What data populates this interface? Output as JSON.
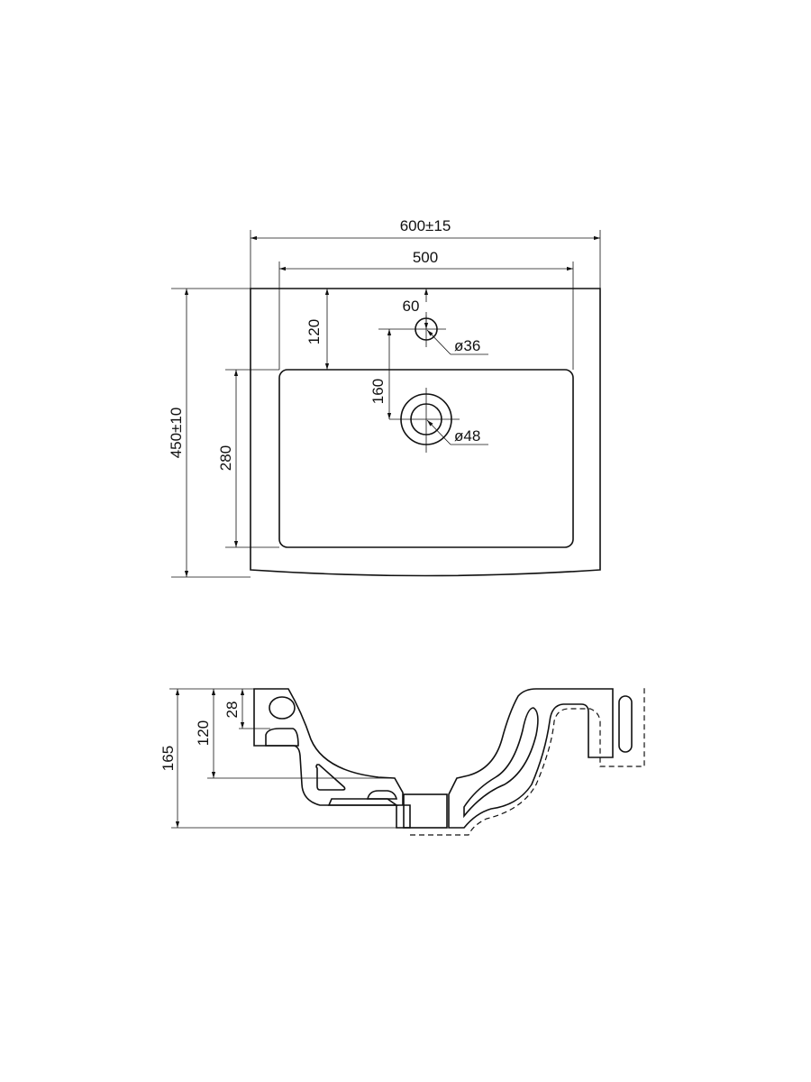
{
  "plan_view": {
    "overall_width": "600±15",
    "inner_width": "500",
    "overall_depth": "450±10",
    "bowl_depth": "280",
    "tap_offset": "60",
    "tap_to_bowl": "120",
    "tap_to_drain": "160",
    "tap_hole": "ø36",
    "drain_hole": "ø48"
  },
  "section_view": {
    "total_height": "165",
    "bowl_height": "120",
    "rim_height": "28"
  }
}
